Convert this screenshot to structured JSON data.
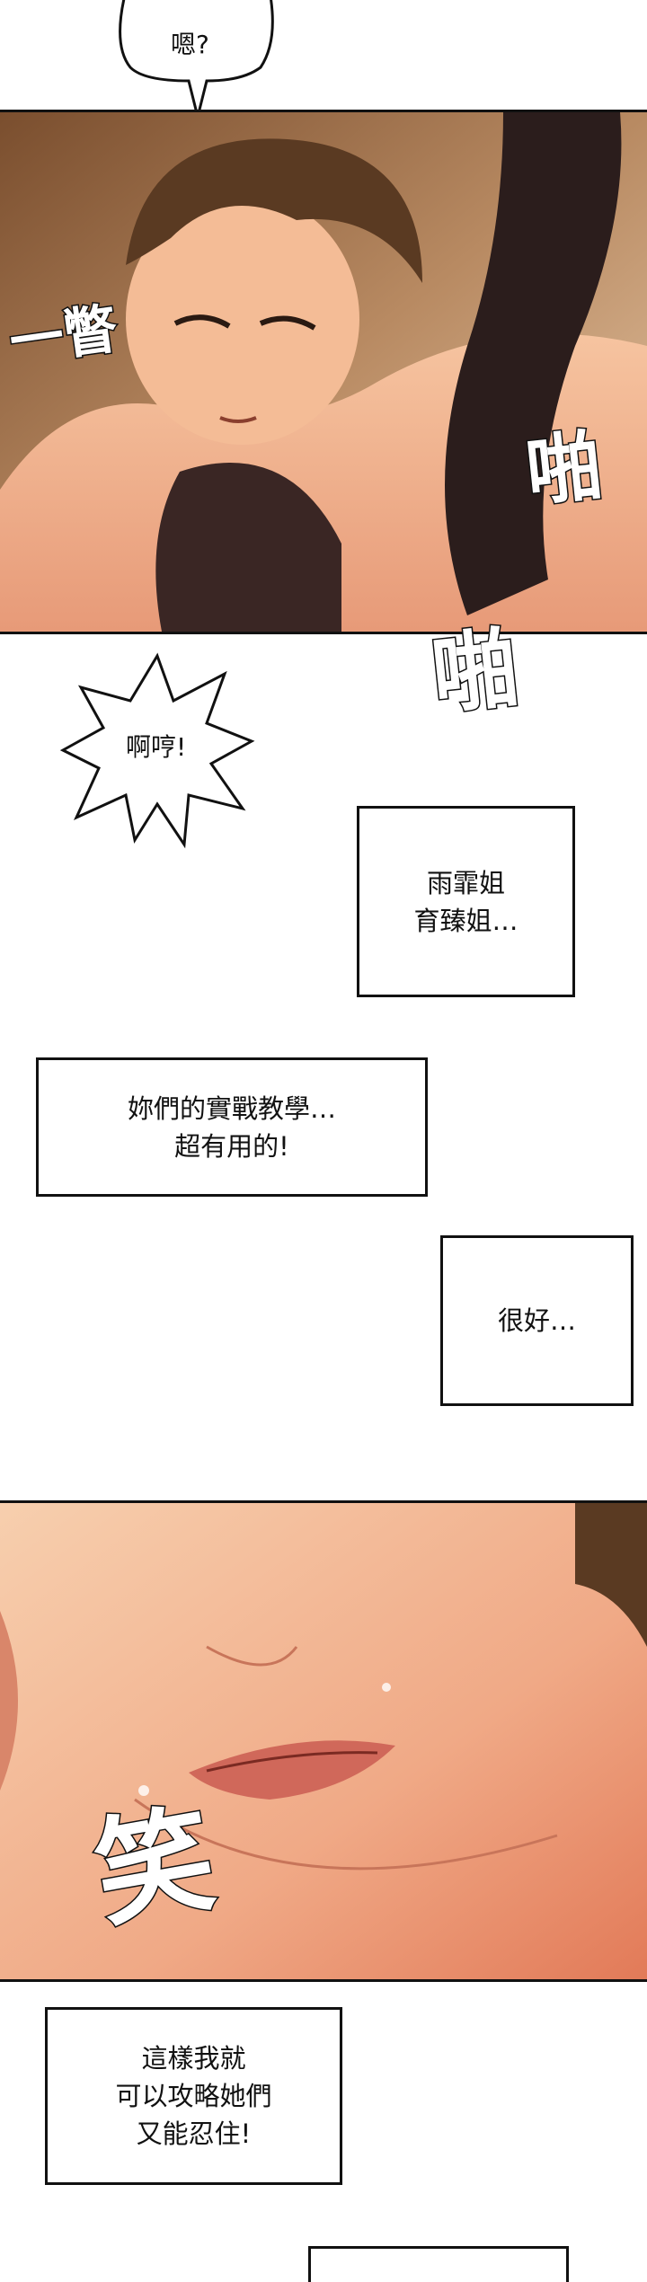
{
  "speech": {
    "top": "嗯?",
    "exclaim": "啊哼!"
  },
  "sfx": {
    "panel1_left": "一瞥",
    "panel1_right": "啪",
    "below_panel1": "啪",
    "panel2_smile": "笑"
  },
  "captions": {
    "c1": [
      "雨霏姐",
      "育臻姐…"
    ],
    "c2": [
      "妳們的實戰教學…",
      "超有用的!"
    ],
    "c3": [
      "很好…"
    ],
    "c4": [
      "這樣我就",
      "可以攻略她們",
      "又能忍住!"
    ]
  },
  "colors": {
    "skin": "#f2b48e",
    "skin_shadow": "#d9866a",
    "hair": "#5a3a22",
    "stocking": "#2b1d1c",
    "bg_warm": "#8a5a36"
  }
}
